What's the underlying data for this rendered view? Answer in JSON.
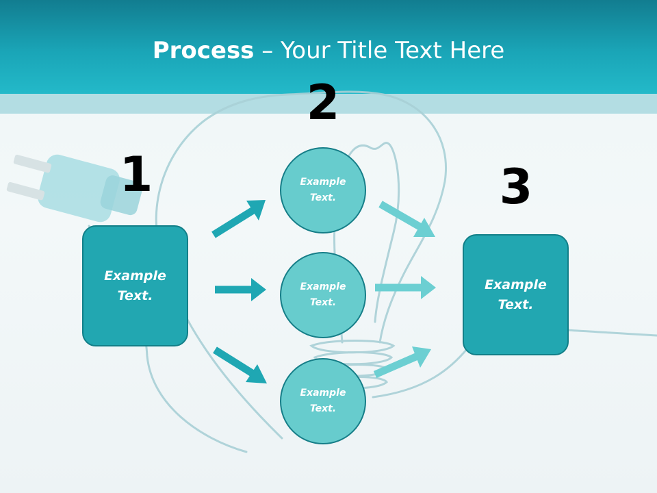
{
  "title": {
    "bold": "Process",
    "rest": " – Your Title Text Here"
  },
  "steps": [
    {
      "number": "1",
      "label": "Example\nText."
    },
    {
      "number": "2",
      "circles": [
        "Example\nText.",
        "Example\nText.",
        "Example\nText."
      ]
    },
    {
      "number": "3",
      "label": "Example\nText."
    }
  ],
  "colors": {
    "header": "#1aa5b7",
    "box_fill": "#22a7b1",
    "circle_fill": "#67cccd",
    "arrow_dark": "#1fa7b3",
    "arrow_light": "#6ccfd2"
  }
}
